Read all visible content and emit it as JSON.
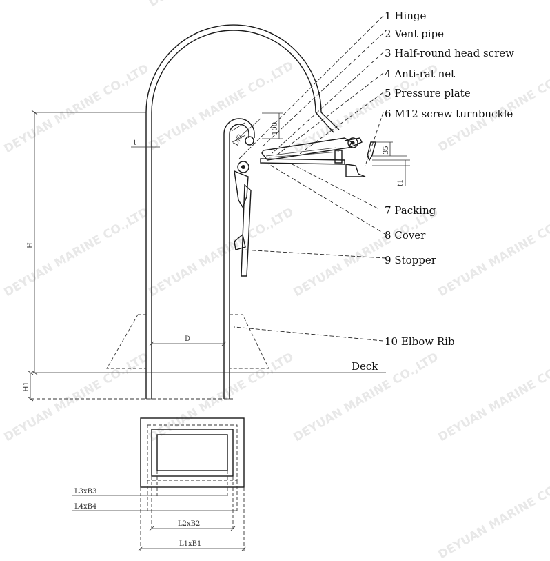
{
  "parts": [
    {
      "num": "1",
      "name": "Hinge"
    },
    {
      "num": "2",
      "name": "Vent pipe"
    },
    {
      "num": "3",
      "name": "Half-round head screw"
    },
    {
      "num": "4",
      "name": "Anti-rat net"
    },
    {
      "num": "5",
      "name": "Pressure plate"
    },
    {
      "num": "6",
      "name": "M12 screw turnbuckle"
    },
    {
      "num": "7",
      "name": "Packing"
    },
    {
      "num": "8",
      "name": "Cover"
    },
    {
      "num": "9",
      "name": "Stopper"
    },
    {
      "num": "10",
      "name": "Elbow Rib"
    }
  ],
  "deck_label": "Deck",
  "dimensions": {
    "H": "H",
    "H1": "H1",
    "t": "t",
    "t1": "t1",
    "D": "D",
    "D_half": "D/2",
    "d100": "100",
    "d35": "35",
    "L3xB3": "L3xB3",
    "L4xB4": "L4xB4",
    "L2xB2": "L2xB2",
    "L1xB1": "L1xB1"
  },
  "watermark": "DEYUAN MARINE CO.,LTD"
}
